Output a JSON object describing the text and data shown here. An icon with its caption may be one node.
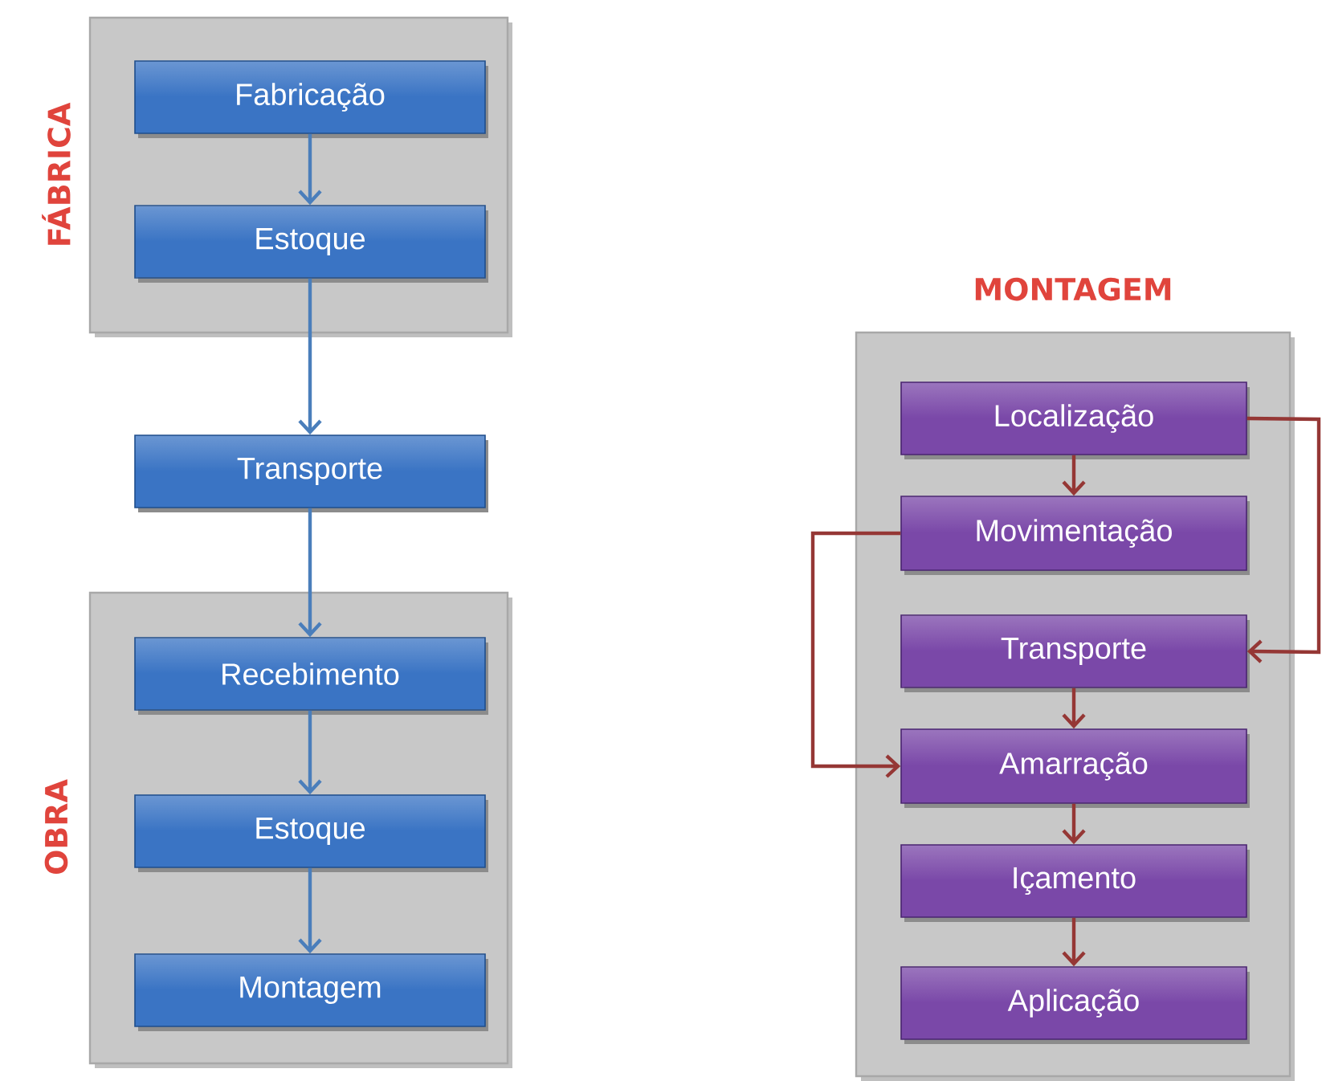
{
  "diagram": {
    "nodes": [
      {
        "text": [
          "FÁBRICA"
        ]
      },
      {
        "text": [
          "Fabricação"
        ],
        "in": 0
      },
      {
        "text": [
          "Estoque"
        ],
        "in": 0
      },
      {
        "text": [
          "Transporte"
        ]
      },
      {
        "text": [
          "OBRA"
        ]
      },
      {
        "text": [
          "Recebimento"
        ],
        "in": 4
      },
      {
        "text": [
          "Estoque"
        ],
        "in": 4
      },
      {
        "text": [
          "Montagem"
        ],
        "in": 4
      },
      {
        "text": [
          "MONTAGEM"
        ]
      },
      {
        "text": [
          "Localização"
        ],
        "in": 8
      },
      {
        "text": [
          "Movimentação"
        ],
        "in": 8
      },
      {
        "text": [
          "Transporte"
        ],
        "in": 8
      },
      {
        "text": [
          "Amarração"
        ],
        "in": 8
      },
      {
        "text": [
          "Içamento"
        ],
        "in": 8
      },
      {
        "text": [
          "Aplicação"
        ],
        "in": 8
      }
    ],
    "edges": [
      {
        "from": 1,
        "to": 2,
        "arrow": "to",
        "color": "#4a7ebb"
      },
      {
        "from": 2,
        "to": 3,
        "arrow": "to",
        "color": "#4a7ebb"
      },
      {
        "from": 3,
        "to": 5,
        "arrow": "to",
        "color": "#4a7ebb"
      },
      {
        "from": 5,
        "to": 6,
        "arrow": "to",
        "color": "#4a7ebb"
      },
      {
        "from": 6,
        "to": 7,
        "arrow": "to",
        "color": "#4a7ebb"
      },
      {
        "from": 9,
        "to": 10,
        "arrow": "to"
      },
      {
        "from": 10,
        "to": 12,
        "arrow": "to"
      },
      {
        "from": 9,
        "to": 11,
        "arrow": "to"
      },
      {
        "from": 11,
        "to": 12,
        "arrow": "to"
      },
      {
        "from": 12,
        "to": 13,
        "arrow": "to"
      },
      {
        "from": 13,
        "to": 14,
        "arrow": "to"
      }
    ]
  }
}
